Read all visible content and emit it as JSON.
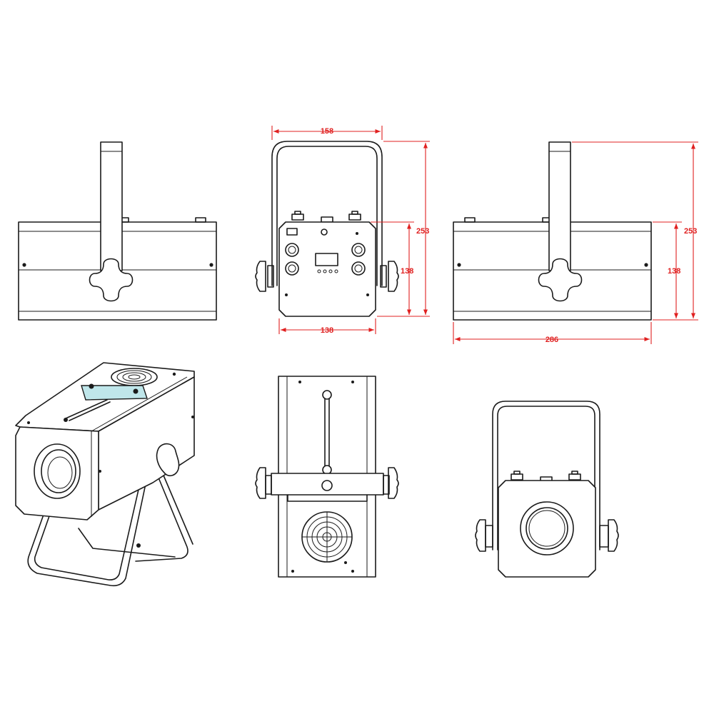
{
  "dimensions": {
    "front_width": "158",
    "front_body_width": "138",
    "front_height_total": "253",
    "front_height_body": "138",
    "side_height_total": "253",
    "side_height_body": "138",
    "side_length": "286"
  },
  "colors": {
    "line": "#1a1a1a",
    "dimension": "#e02020",
    "highlight": "#bfe6ea"
  }
}
